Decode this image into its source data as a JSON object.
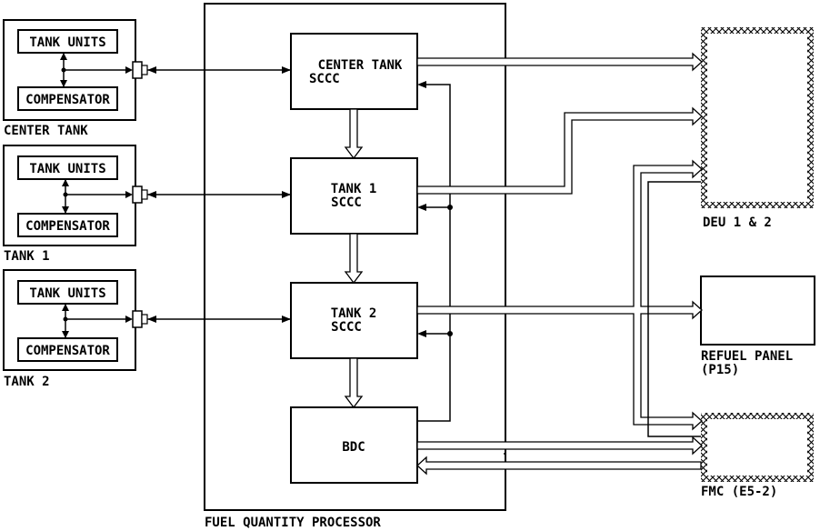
{
  "tank_groups": [
    {
      "tank_units": "TANK UNITS",
      "compensator": "COMPENSATOR",
      "caption": "CENTER TANK"
    },
    {
      "tank_units": "TANK UNITS",
      "compensator": "COMPENSATOR",
      "caption": "TANK 1"
    },
    {
      "tank_units": "TANK UNITS",
      "compensator": "COMPENSATOR",
      "caption": "TANK 2"
    }
  ],
  "processor": {
    "label": "FUEL QUANTITY PROCESSOR",
    "center_sccc": [
      "CENTER TANK",
      "SCCC"
    ],
    "tank1_sccc": [
      "TANK 1",
      "SCCC"
    ],
    "tank2_sccc": [
      "TANK 2",
      "SCCC"
    ],
    "bdc": "BDC"
  },
  "outputs": {
    "deu": "DEU 1 & 2",
    "refuel": [
      "REFUEL PANEL",
      "(P15)"
    ],
    "fmc": "FMC (E5-2)"
  }
}
